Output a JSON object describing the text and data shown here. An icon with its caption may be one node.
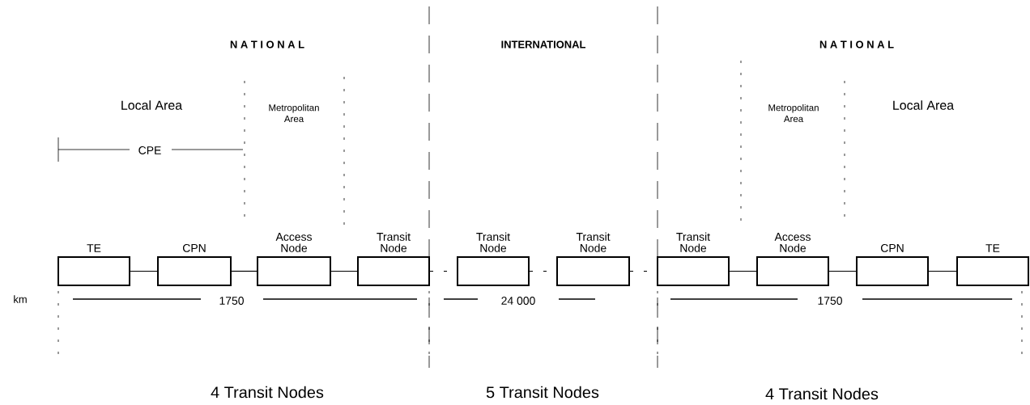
{
  "diagram": {
    "nodes": [
      {
        "text": [
          "TE"
        ]
      },
      {
        "text": [
          "CPN"
        ]
      },
      {
        "text": [
          "Access Node"
        ]
      },
      {
        "text": [
          "Transit Node"
        ]
      },
      {
        "text": [
          "Transit Node"
        ]
      },
      {
        "text": [
          "Transit Node"
        ]
      },
      {
        "text": [
          "Transit Node"
        ]
      },
      {
        "text": [
          "Access Node"
        ]
      },
      {
        "text": [
          "CPN"
        ]
      },
      {
        "text": [
          "TE"
        ]
      }
    ],
    "edges": [
      {
        "from": 0,
        "to": 1,
        "arrow": "none"
      },
      {
        "from": 1,
        "to": 2,
        "arrow": "none"
      },
      {
        "from": 2,
        "to": 3,
        "arrow": "none"
      },
      {
        "from": 3,
        "to": 4,
        "arrow": "none",
        "style": "dashed"
      },
      {
        "from": 4,
        "to": 5,
        "arrow": "none",
        "style": "dashed"
      },
      {
        "from": 5,
        "to": 6,
        "arrow": "none",
        "style": "dashed"
      },
      {
        "from": 6,
        "to": 7,
        "arrow": "none"
      },
      {
        "from": 7,
        "to": 8,
        "arrow": "none"
      },
      {
        "from": 8,
        "to": 9,
        "arrow": "none"
      }
    ],
    "labels": [
      "N A T I O N A L",
      "INTERNATIONAL",
      "N A T I O N A L",
      "Local Area",
      "Metropolitan Area",
      "Metropolitan Area",
      "Local Area",
      "CPE",
      "km",
      "1750",
      "24 000",
      "1750",
      "4 Transit Nodes",
      "5 Transit Nodes",
      "4 Transit Nodes"
    ]
  }
}
